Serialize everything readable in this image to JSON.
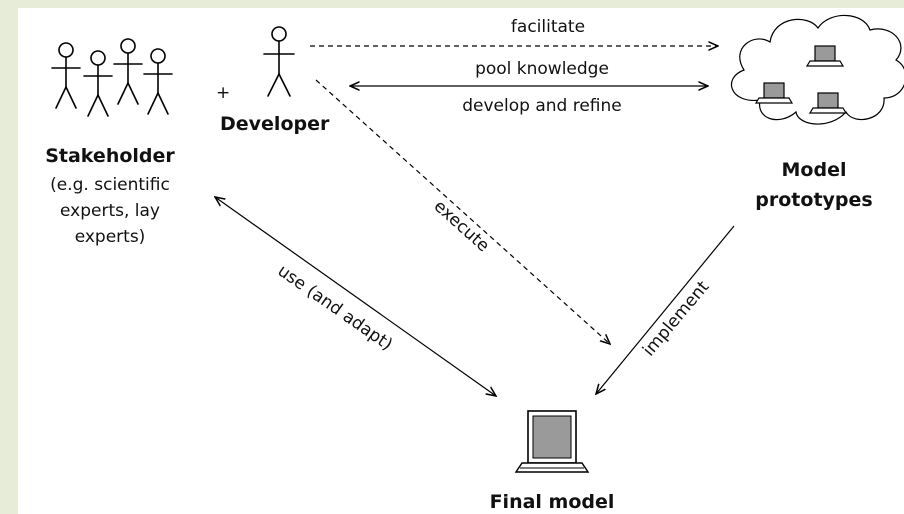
{
  "nodes": {
    "stakeholder": [
      "Stakeholder",
      "(e.g. scientific",
      "experts, lay",
      "experts)"
    ],
    "plus": "+",
    "developer": "Developer",
    "prototypes": [
      "Model",
      "prototypes"
    ],
    "final": "Final model"
  },
  "edges": {
    "facilitate": "facilitate",
    "pool": "pool knowledge",
    "develop": "develop and refine",
    "execute": "execute",
    "use": "use (and adapt)",
    "implement": "implement"
  },
  "colors": {
    "background": "#e6ecd8",
    "canvas": "#ffffff",
    "laptop_screen": "#9a9a9a",
    "ink": "#000000"
  }
}
